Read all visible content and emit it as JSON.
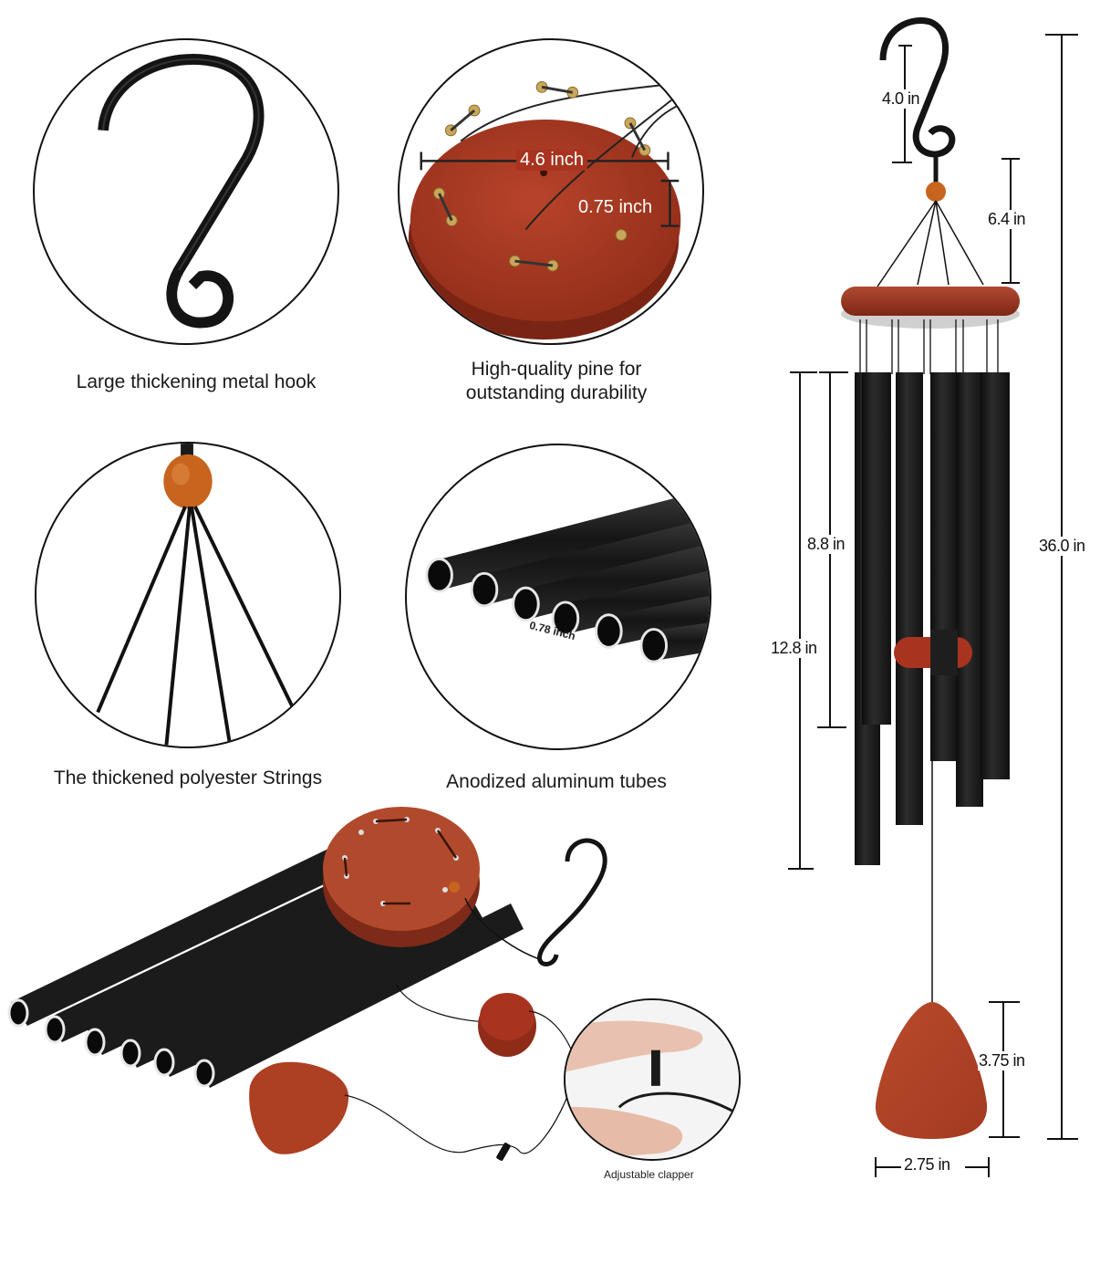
{
  "features": [
    {
      "id": "hook",
      "caption": "Large thickening metal hook"
    },
    {
      "id": "pine",
      "caption_line1": "High-quality pine for",
      "caption_line2": "outstanding durability",
      "dimensions": {
        "diameter": "4.6 inch",
        "thickness": "0.75 inch"
      }
    },
    {
      "id": "strings",
      "caption": "The thickened polyester Strings"
    },
    {
      "id": "tubes",
      "caption": "Anodized aluminum tubes",
      "dimensions": {
        "tube_diameter": "0.78 inch"
      }
    }
  ],
  "assembly": {
    "clapper_caption": "Adjustable clapper"
  },
  "measurements": {
    "hook_height": "4.0 in",
    "string_height": "6.4 in",
    "shortest_tube": "8.8 in",
    "longest_tube": "12.8 in",
    "total_length": "36.0 in",
    "sail_height": "3.75 in",
    "sail_width": "2.75 in"
  },
  "colors": {
    "wood": "#a8341f",
    "wood_dark": "#7a2414",
    "bead": "#c8641e",
    "tube": "#1c1c1c",
    "hook": "#141414",
    "brass": "#c9a75a"
  }
}
